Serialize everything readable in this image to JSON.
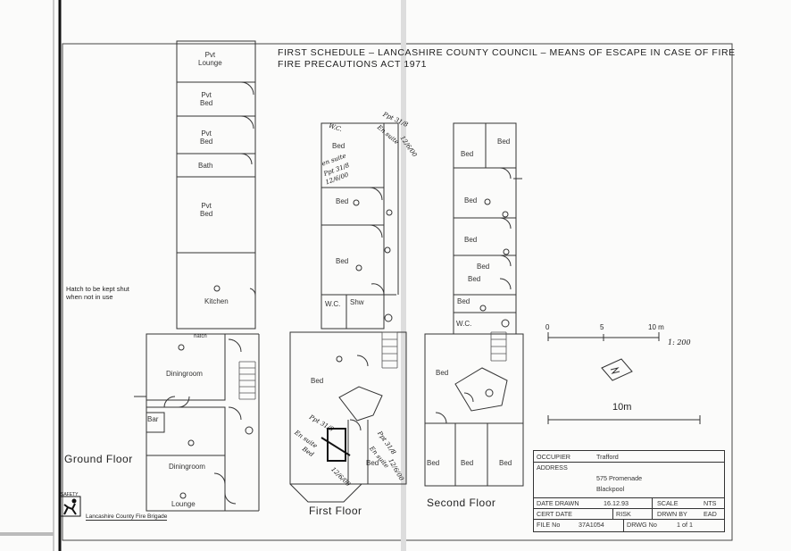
{
  "title_line1": "FIRST SCHEDULE – LANCASHIRE COUNTY COUNCIL – MEANS OF ESCAPE IN CASE OF FIRE",
  "title_line2": "FIRE PRECAUTIONS ACT 1971",
  "ground_floor": {
    "label": "Ground Floor",
    "rooms": {
      "pvt_lounge": "Pvt\nLounge",
      "pvt_bed_1": "Pvt\nBed",
      "pvt_bed_2": "Pvt\nBed",
      "bath": "Bath",
      "pvt_bed_3": "Pvt\nBed",
      "kitchen": "Kitchen",
      "hatch": "hatch",
      "diningroom_1": "Diningroom",
      "bar": "Bar",
      "diningroom_2": "Diningroom",
      "lounge": "Lounge"
    },
    "note": "Hatch to be kept shut\nwhen not in use"
  },
  "first_floor": {
    "label": "First Floor",
    "rooms": {
      "bed_1": "Bed",
      "bed_2": "Bed",
      "bed_3": "Bed",
      "wc": "W.C.",
      "shw": "Shw",
      "bed_4": "Bed",
      "bed_5": "Bed"
    }
  },
  "second_floor": {
    "label": "Second Floor",
    "rooms": {
      "bed_1": "Bed",
      "bed_2": "Bed",
      "bed_3": "Bed",
      "bed_4": "Bed",
      "bed_5": "Bed",
      "bed_6": "Bed",
      "bed_7": "Bed",
      "wc": "W.C.",
      "bed_8": "Bed",
      "bed_9": "Bed",
      "bed_10": "Bed",
      "bed_11": "Bed"
    }
  },
  "scale": {
    "ticks": [
      "0",
      "5",
      "10 m"
    ],
    "ratio": "1: 200",
    "ten_m": "10m"
  },
  "logo_text": "Lancashire County Fire Brigade",
  "logo_safety": "SAFETY",
  "title_block": {
    "occupier_label": "OCCUPIER",
    "occupier_value": "Trafford",
    "address_label": "ADDRESS",
    "address_line1": "575 Promenade",
    "address_line2": "Blackpool",
    "date_drawn_label": "DATE DRAWN",
    "date_drawn_value": "16.12.93",
    "scale_label": "SCALE",
    "scale_value": "NTS",
    "cert_date_label": "CERT DATE",
    "risk_label": "RISK",
    "drwn_by_label": "DRWN BY",
    "drwn_by_value": "EAD",
    "file_no_label": "FILE No",
    "file_no_value": "37A1054",
    "drwg_no_label": "DRWG No",
    "drwg_no_value": "1 of 1"
  },
  "handwriting": {
    "a1": "W.C.",
    "a2": "Ppt 31/8",
    "a3": "En suite",
    "a4": "12/6/00",
    "a5": "en suite",
    "a6": "Ppt 31/8",
    "a7": "12/6/00",
    "b1": "En suite",
    "b2": "Bed",
    "b3": "Ppt 31/8",
    "b4": "12/6/00",
    "b5": "Ppt 31/8",
    "b6": "En suite",
    "b7": "12/6/00"
  }
}
